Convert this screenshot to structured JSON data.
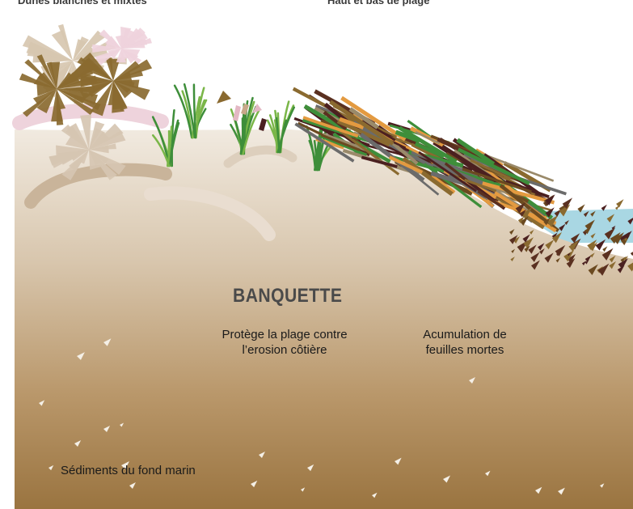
{
  "labels": {
    "top_left": "Dunes blanches et mixtes",
    "top_right": "Haut et bas de plage",
    "title": "BANQUETTE",
    "protect_line1": "Protège la plage contre",
    "protect_line2": "l’erosion côtière",
    "accum_line1": "Acumulation de",
    "accum_line2": "feuilles mortes",
    "sediments": "Sédiments du fond marin"
  },
  "colors": {
    "soil_top": "#efe7dc",
    "soil_mid": "#c7ae8a",
    "soil_bottom": "#9a7440",
    "water": "#a9d7e3",
    "grass": "#3e8e3a",
    "leaf_brown": "#8a6a30",
    "leaf_dark": "#4b2020",
    "shrub_pale": "#d7c7b0",
    "pink": "#efd2dc"
  }
}
